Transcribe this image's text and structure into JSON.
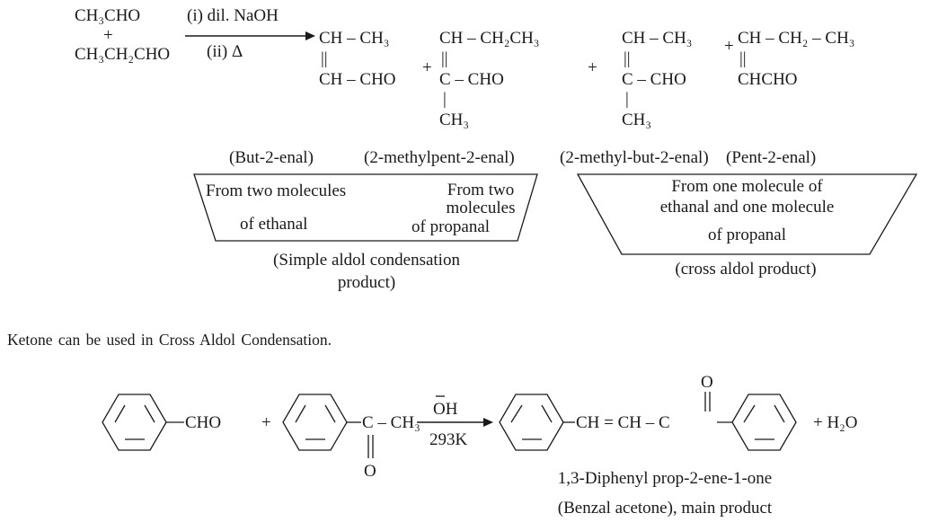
{
  "reaction1": {
    "reactant_a": "CH₃CHO",
    "plus": "+",
    "reactant_b": "CH₃CH₂CHO",
    "condition_1": "(i) dil. NaOH",
    "condition_2": "(ii)  Δ",
    "product1_top": "CH – CH₃",
    "product1_bottom": "CH – CHO",
    "product2_top": "CH – CH₂CH₃",
    "product2_mid": "C – CHO",
    "product2_sub": "CH₃",
    "product3_top": "CH – CH₃",
    "product3_mid": "C – CHO",
    "product3_sub": "CH₃",
    "product4_top": "CH – CH₂ – CH₃",
    "product4_bottom": "CHCHO",
    "double_bond": "||",
    "single_bond": "|",
    "names": {
      "p1": "(But-2-enal)",
      "p2": "(2-methylpent-2-enal)",
      "p3": "(2-methyl-but-2-enal)",
      "p4": "(Pent-2-enal)"
    },
    "box_left": {
      "col1_line1": "From two molecules",
      "col1_line2": "of ethanal",
      "col2_line1": "From two",
      "col2_line2": "molecules",
      "col2_line3": "of  propanal"
    },
    "box_right": {
      "line1": "From one molecule of",
      "line2": "ethanal and one molecule",
      "line3": "of propanal"
    },
    "caption_left_1": "(Simple aldol condensation",
    "caption_left_2": "product)",
    "caption_right": "(cross aldol product)"
  },
  "statement": "Ketone can be used in Cross Aldol Condensation.",
  "reaction2": {
    "reactant_a_group": "CHO",
    "plus": "+",
    "reactant_b_c": "C – CH₃",
    "reactant_b_o": "O",
    "condition_top": "OH",
    "condition_bottom": "293K",
    "product_chain": "CH = CH – C",
    "product_o": "O",
    "water": "+ H₂O",
    "product_name": "1,3-Diphenyl prop-2-ene-1-one",
    "product_note": "(Benzal acetone), main product"
  }
}
